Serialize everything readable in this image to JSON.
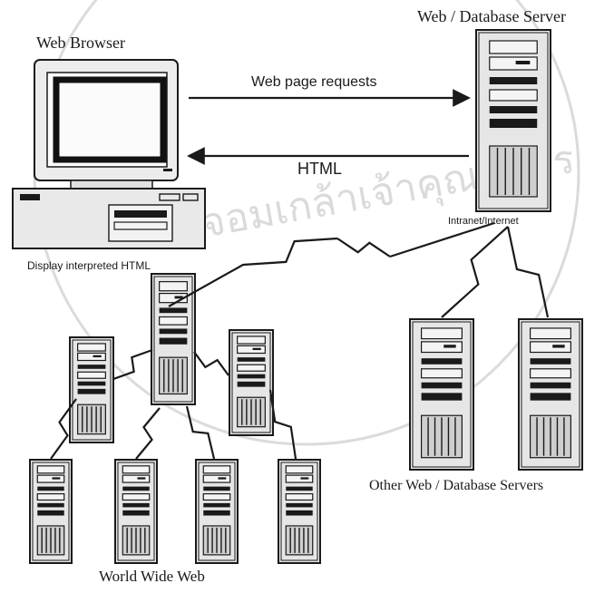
{
  "labels": {
    "browser_title": "Web Browser",
    "server_title": "Web / Database Server",
    "requests": "Web page requests",
    "html": "HTML",
    "display": "Display interpreted HTML",
    "intranet": "Intranet/Internet",
    "other_servers": "Other Web / Database Servers",
    "www": "World Wide Web"
  },
  "colors": {
    "ink": "#1a1a1a",
    "tower_fill": "#e6e6e6",
    "panel_fill": "#cfcfcf",
    "screen_dark": "#111111",
    "watermark": "#bdbdbd"
  },
  "watermark": {
    "text": "พระจอมเกล้าเจ้าคุณทหาร"
  }
}
